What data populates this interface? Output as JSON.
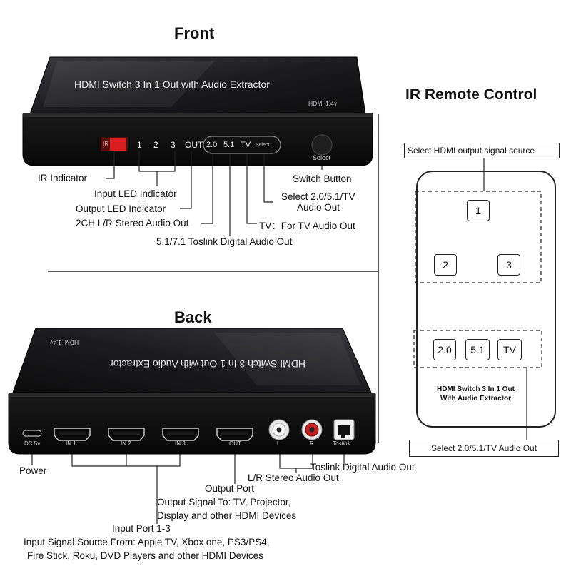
{
  "front": {
    "title": "Front",
    "top_text": "HDMI Switch 3 In 1 Out with Audio Extractor",
    "badge": "HDMI 1.4v",
    "panel": {
      "ir": "IR",
      "in1": "1",
      "in2": "2",
      "in3": "3",
      "out": "OUT",
      "m20": "2.0",
      "m51": "5.1",
      "mtv": "TV",
      "select": "Select",
      "button_label": "Select"
    },
    "callouts": {
      "ir_indicator": "IR Indicator",
      "input_led": "Input LED Indicator",
      "output_led": "Output LED Indicator",
      "stereo_out": "2CH L/R Stereo Audio Out",
      "toslink_out": "5.1/7.1 Toslink Digital Audio Out",
      "switch_button": "Switch Button",
      "select_line1": "Select 2.0/5.1/TV",
      "select_line2": "Audio Out",
      "tv_out": "TV：For TV Audio Out"
    }
  },
  "back": {
    "title": "Back",
    "top_text": "HDMI Switch 3 In 1 Out with Audio Extractor",
    "badge": "HDMI 1.4v",
    "ports": {
      "dc": "DC 5v",
      "in1": "IN 1",
      "in2": "IN 2",
      "in3": "IN 3",
      "out": "OUT",
      "l": "L",
      "r": "R",
      "toslink": "Toslink"
    },
    "callouts": {
      "power": "Power",
      "toslink": "Toslink Digital Audio Out",
      "lr_stereo": "L/R Stereo Audio Out",
      "output_port": "Output Port",
      "output_signal1": "Output Signal To: TV, Projector,",
      "output_signal2": "Display and other HDMI Devices",
      "input_port": "Input Port 1-3",
      "input_source1": "Input Signal Source From: Apple TV, Xbox one, PS3/PS4,",
      "input_source2": "Fire Stick, Roku, DVD Players and other HDMI Devices"
    }
  },
  "remote": {
    "title": "IR Remote Control",
    "top_label": "Select HDMI output signal source",
    "bottom_label": "Select 2.0/5.1/TV Audio Out",
    "keys": {
      "k1": "1",
      "k2": "2",
      "k3": "3",
      "k20": "2.0",
      "k51": "5.1",
      "ktv": "TV"
    },
    "caption1": "HDMI Switch 3 In 1 Out",
    "caption2": "With Audio Extractor"
  }
}
